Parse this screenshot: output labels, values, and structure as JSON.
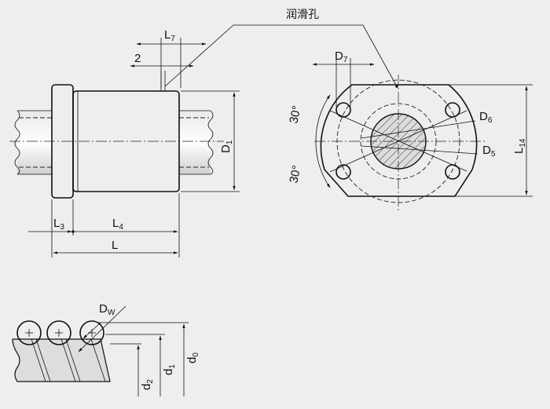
{
  "labels": {
    "lube_hole": "润滑孔",
    "L7": {
      "main": "L",
      "sub": "7"
    },
    "two": "2",
    "D7": {
      "main": "D",
      "sub": "7"
    },
    "D1": {
      "main": "D",
      "sub": "1"
    },
    "L3": {
      "main": "L",
      "sub": "3"
    },
    "L4": {
      "main": "L",
      "sub": "4"
    },
    "L": "L",
    "angle_top": "30°",
    "angle_bottom": "30°",
    "D6": {
      "main": "D",
      "sub": "6"
    },
    "D5": {
      "main": "D",
      "sub": "5"
    },
    "L14": {
      "main": "L",
      "sub": "14"
    },
    "Dw": {
      "main": "D",
      "sub": "W"
    },
    "d2": {
      "main": "d",
      "sub": "2"
    },
    "d1": {
      "main": "d",
      "sub": "1"
    },
    "d0": {
      "main": "d",
      "sub": "0"
    }
  },
  "colors": {
    "background": "#eeeeee",
    "line": "#111111",
    "nut_fill": "#ffffff",
    "screw_fill": "#dddddd"
  }
}
